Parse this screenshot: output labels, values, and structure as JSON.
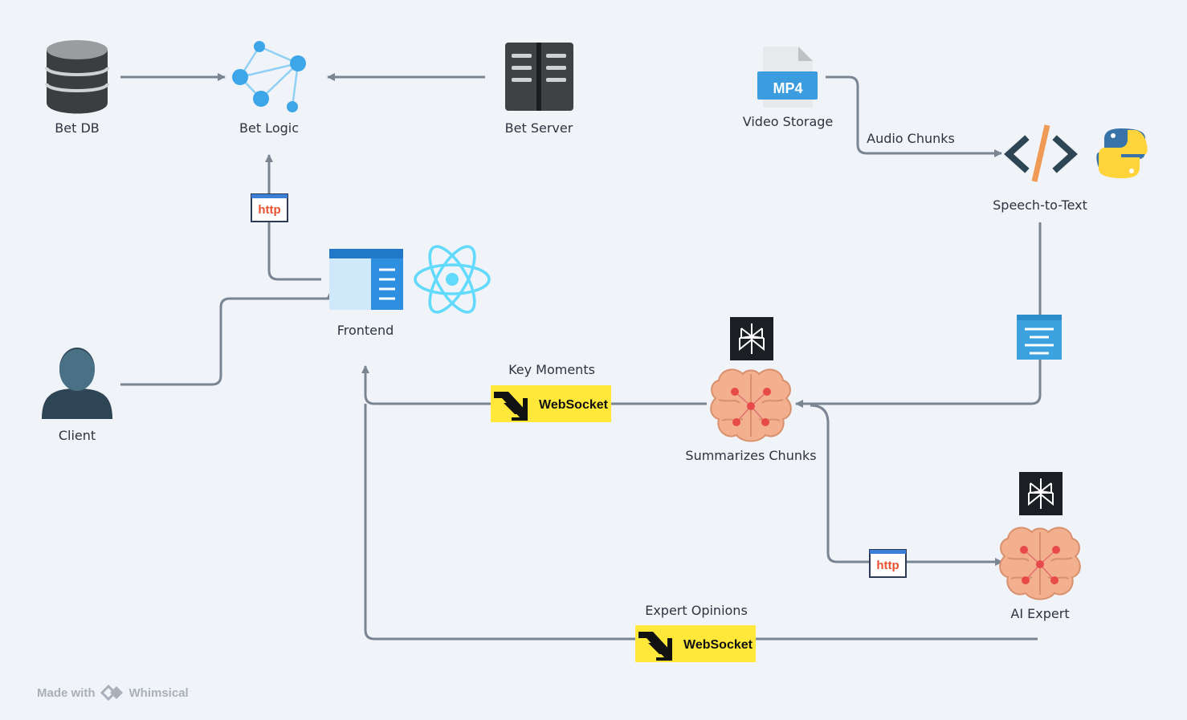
{
  "nodes": {
    "bet_db": "Bet DB",
    "bet_logic": "Bet Logic",
    "bet_server": "Bet Server",
    "video_storage": "Video Storage",
    "mp4_badge": "MP4",
    "speech_to_text": "Speech-to-Text",
    "frontend": "Frontend",
    "client": "Client",
    "summarizes_chunks": "Summarizes Chunks",
    "ai_expert": "AI Expert"
  },
  "edges": {
    "audio_chunks": "Audio Chunks",
    "key_moments": "Key Moments",
    "expert_opinions": "Expert Opinions"
  },
  "badges": {
    "http": "http",
    "websocket": "WebSocket"
  },
  "watermark": {
    "made_with": "Made with",
    "brand": "Whimsical"
  },
  "colors": {
    "background": "#f0f3f7",
    "connector": "#7a8594",
    "http_red": "#e8502f",
    "websocket_yellow": "#ffe83a",
    "react_cyan": "#61dafb",
    "brain": "#f2b08f"
  }
}
